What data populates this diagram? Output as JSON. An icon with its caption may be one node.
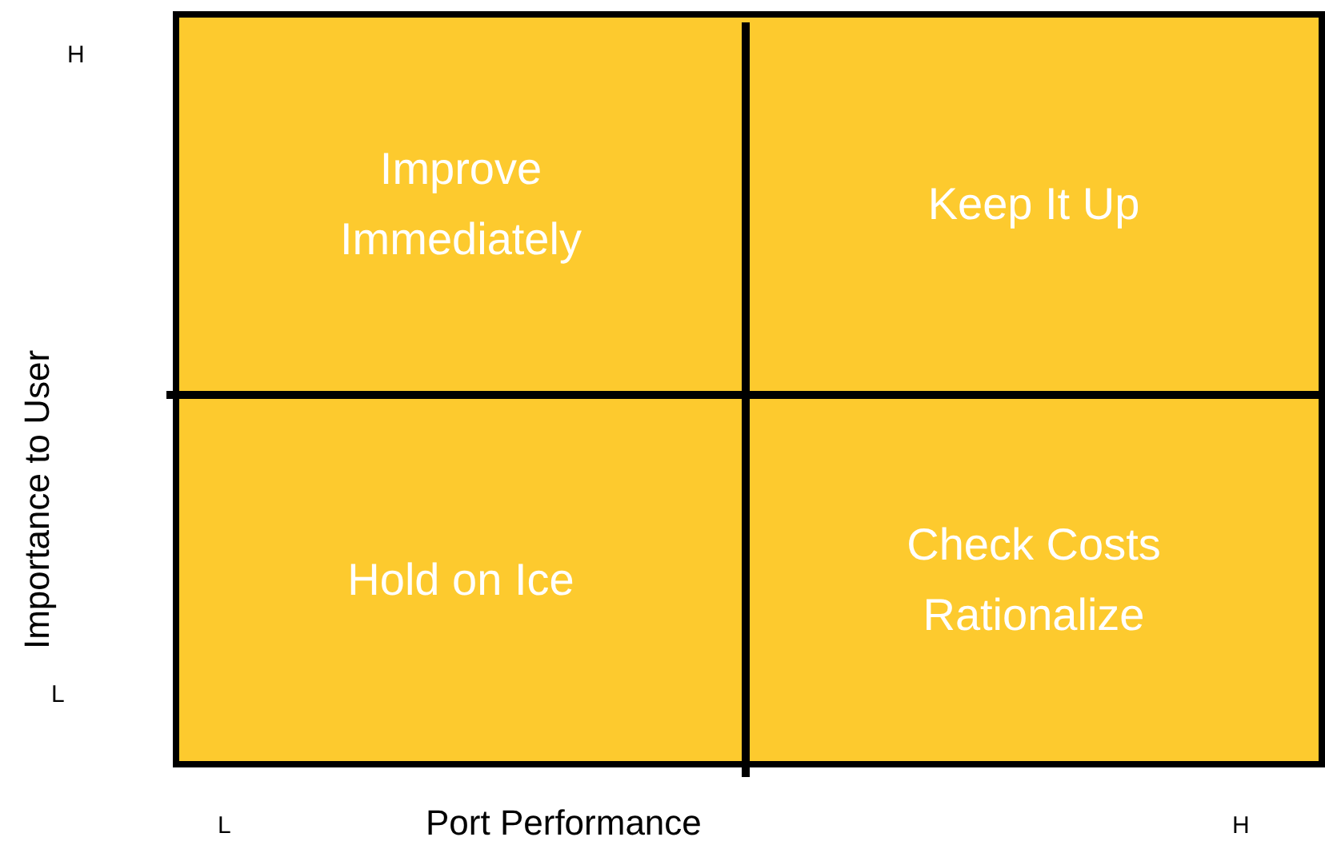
{
  "diagram": {
    "nodes": [
      {
        "text": [
          "Improve Immediately"
        ]
      },
      {
        "text": [
          "Keep It Up"
        ]
      },
      {
        "text": [
          "Hold on Ice"
        ]
      },
      {
        "text": [
          "Check Costs Rationalize"
        ]
      }
    ],
    "labels": [
      "H",
      "Importance to User",
      "L",
      "L",
      "Port Performance",
      "H"
    ]
  }
}
